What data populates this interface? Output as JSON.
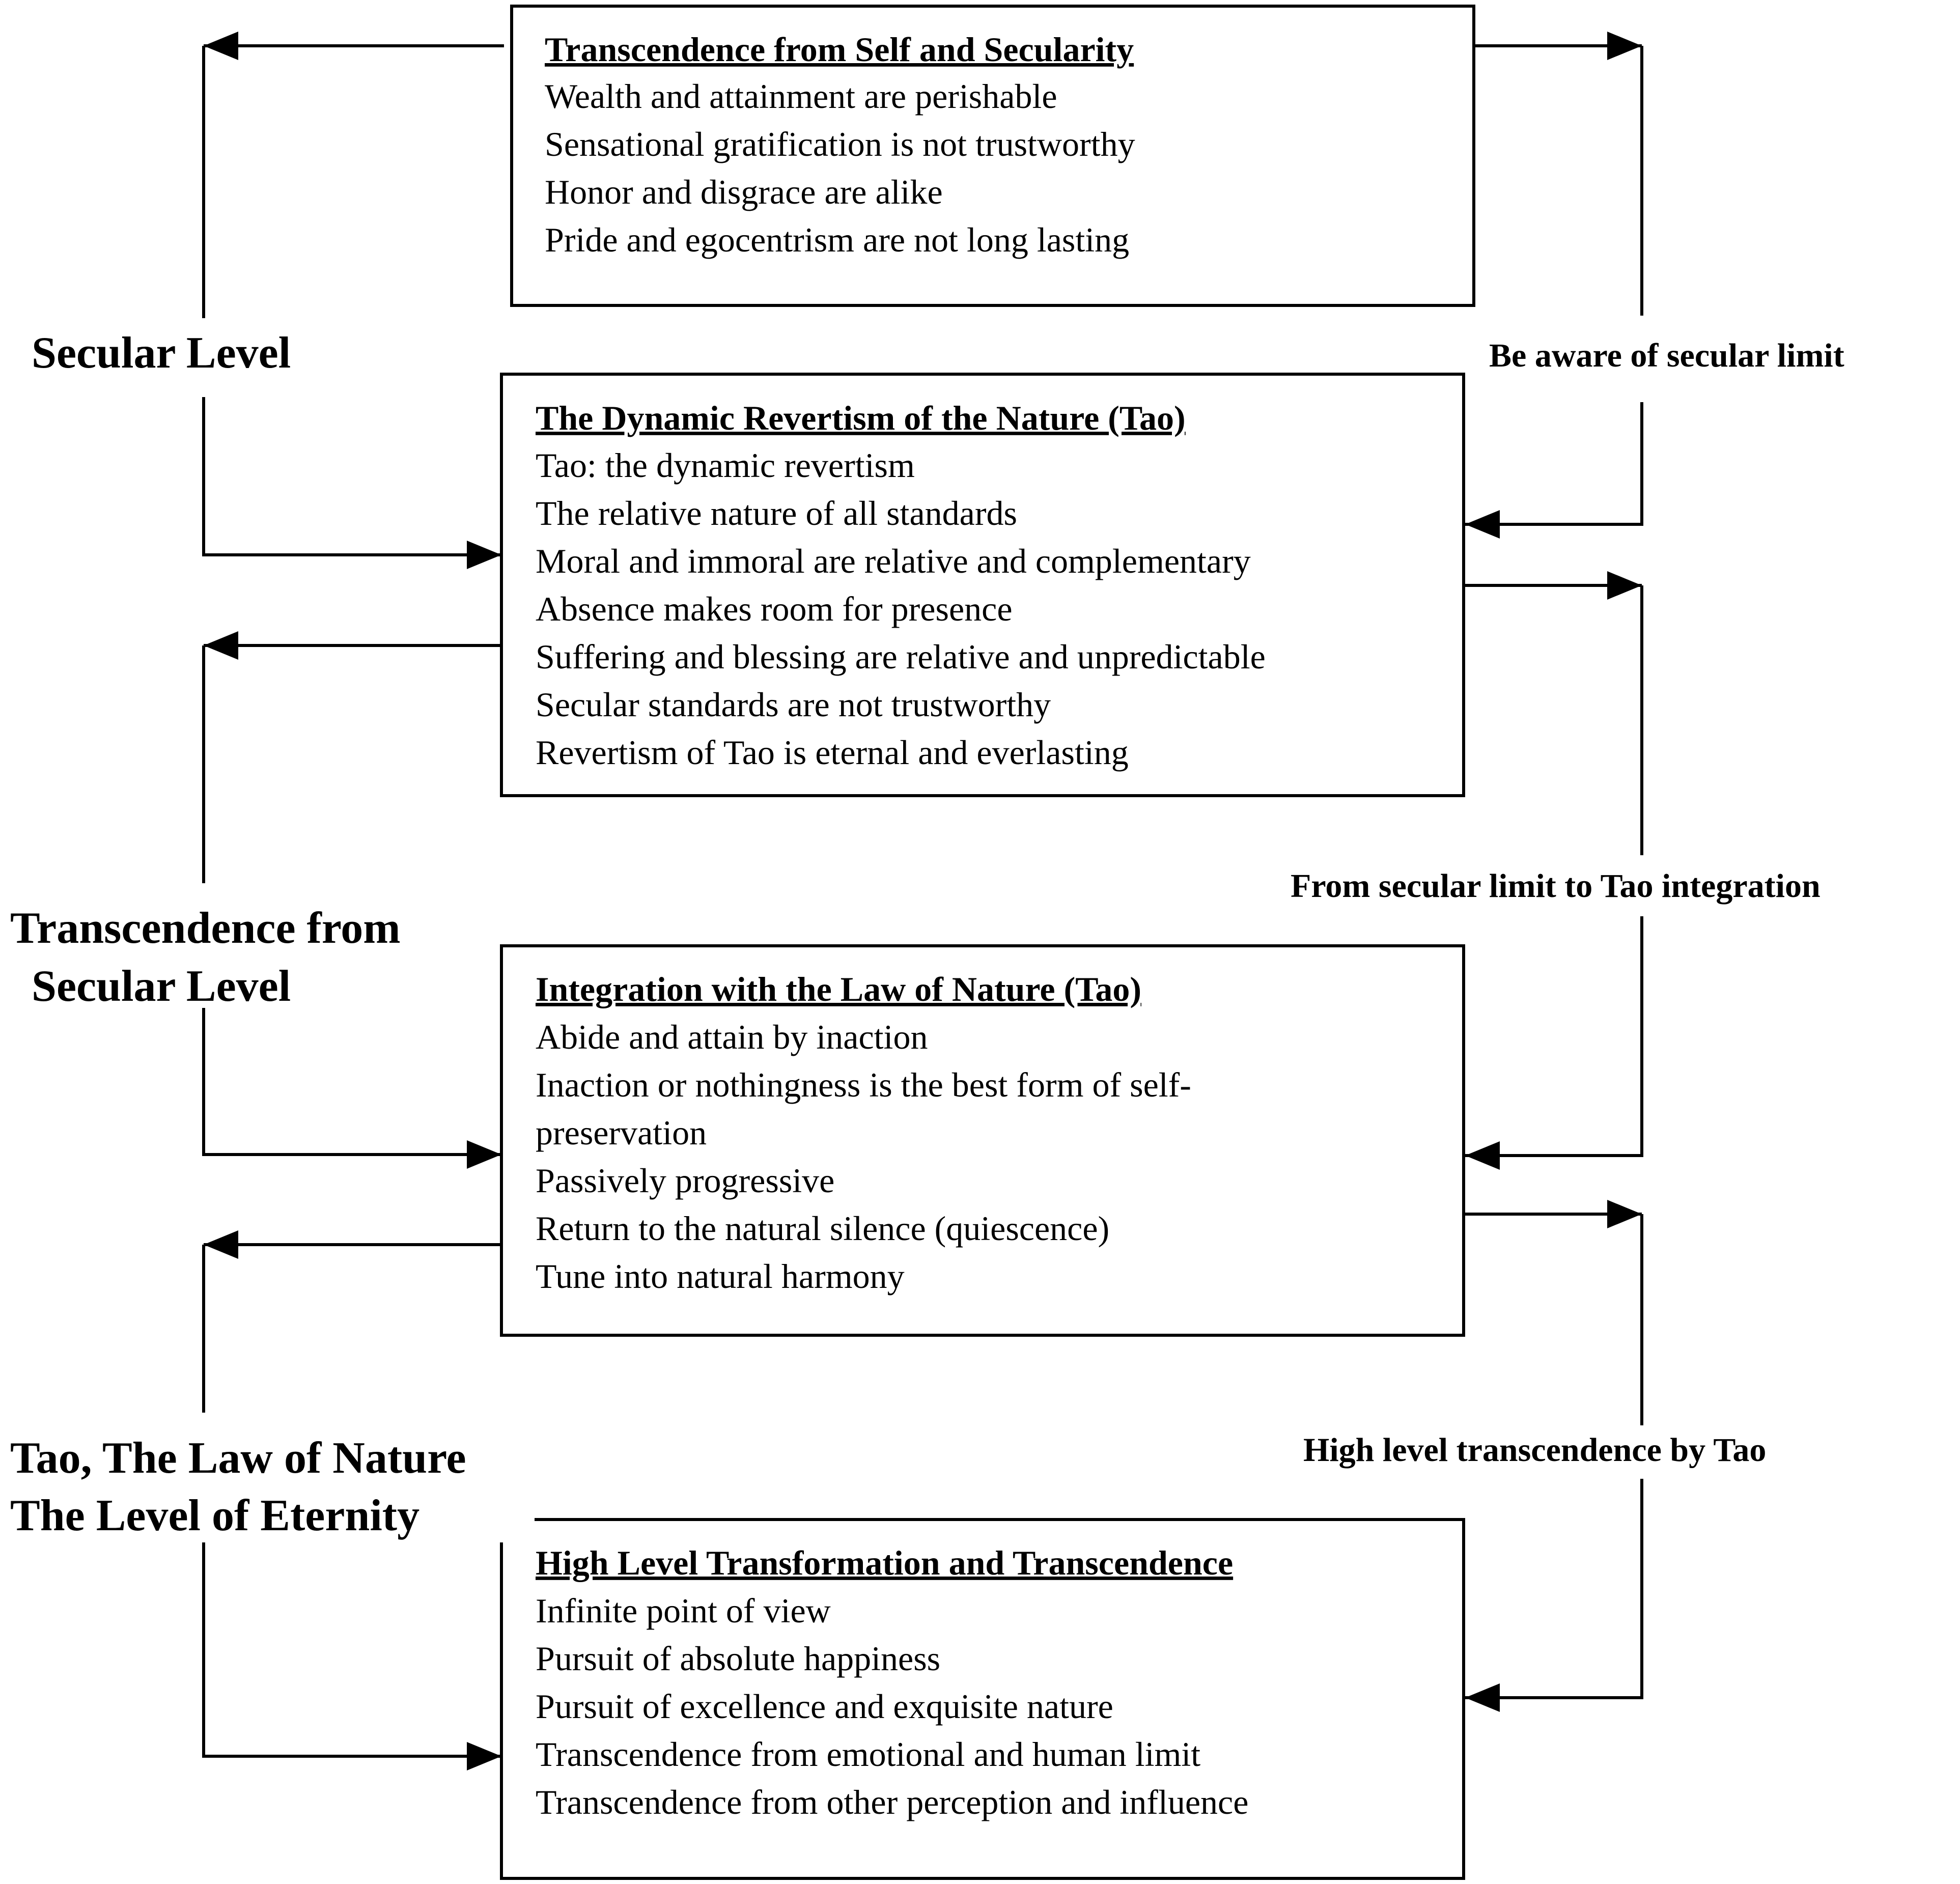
{
  "boxes": [
    {
      "title": "Transcendence from Self and Secularity",
      "lines": [
        "Wealth and attainment are perishable",
        "Sensational gratification is not trustworthy",
        "Honor and disgrace are alike",
        "Pride and egocentrism are not long lasting"
      ]
    },
    {
      "title": "The Dynamic Revertism of the Nature (Tao)",
      "lines": [
        "Tao: the dynamic revertism",
        "The relative nature of all standards",
        "Moral and immoral are relative and complementary",
        "Absence makes room for presence",
        "Suffering and blessing are relative and unpredictable",
        "Secular standards are not trustworthy",
        "Revertism of Tao is eternal and everlasting"
      ]
    },
    {
      "title": "Integration with the Law of Nature (Tao)",
      "lines": [
        "Abide and attain by inaction",
        "Inaction or nothingness is the best form of self-",
        "preservation",
        "Passively progressive",
        "Return to the natural silence (quiescence)",
        "Tune into natural harmony"
      ]
    },
    {
      "title": "High Level Transformation and Transcendence",
      "lines": [
        "Infinite point of view",
        "Pursuit of absolute happiness",
        "Pursuit of excellence and exquisite nature",
        "Transcendence from emotional and human limit",
        "Transcendence from other perception and influence"
      ]
    }
  ],
  "left_labels": [
    {
      "lines": [
        "Secular Level"
      ]
    },
    {
      "lines": [
        "Transcendence from",
        "Secular Level"
      ]
    },
    {
      "lines": [
        "Tao, The Law of Nature",
        "The Level of Eternity"
      ]
    }
  ],
  "right_labels": [
    {
      "text": "Be aware of  secular limit"
    },
    {
      "text": "From secular limit to Tao integration"
    },
    {
      "text": "High level transcendence by Tao"
    }
  ]
}
